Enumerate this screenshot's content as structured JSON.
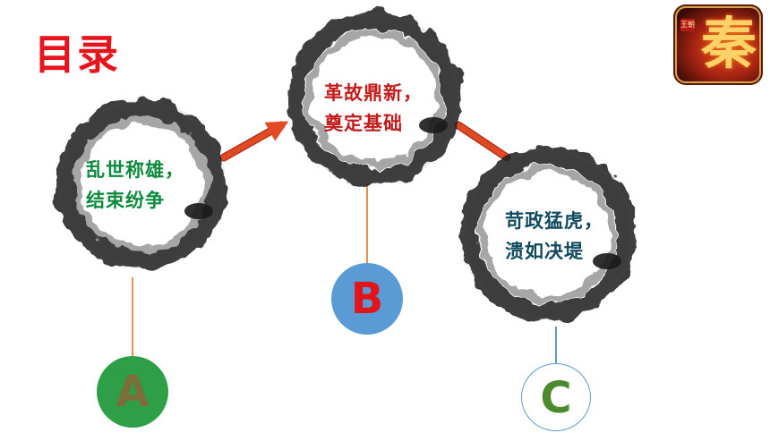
{
  "title": "目录",
  "logo": {
    "glyph": "秦",
    "stamp": "王朝"
  },
  "nodes": [
    {
      "line1": "乱世称雄，",
      "line2": "结束纷争",
      "text_color": "#0b8a3b",
      "badge_letter": "A",
      "badge_fill": "#2e9e47",
      "badge_letter_color": "#7d6d3a"
    },
    {
      "line1": "革故鼎新，",
      "line2": "奠定基础",
      "text_color": "#c41a1a",
      "badge_letter": "B",
      "badge_fill": "#5b9bd5",
      "badge_letter_color": "#e0161b"
    },
    {
      "line1": "苛政猛虎，",
      "line2": "溃如决堤",
      "text_color": "#0f4a5e",
      "badge_letter": "C",
      "badge_fill": "#ffffff",
      "badge_letter_color": "#4d8a2e"
    }
  ],
  "colors": {
    "title": "#e8141b",
    "arrow": "#e24a24",
    "connector_a": "#e8904a",
    "connector_b": "#e8904a",
    "connector_c": "#5b9bd5",
    "ink": "#1a1a1a"
  }
}
